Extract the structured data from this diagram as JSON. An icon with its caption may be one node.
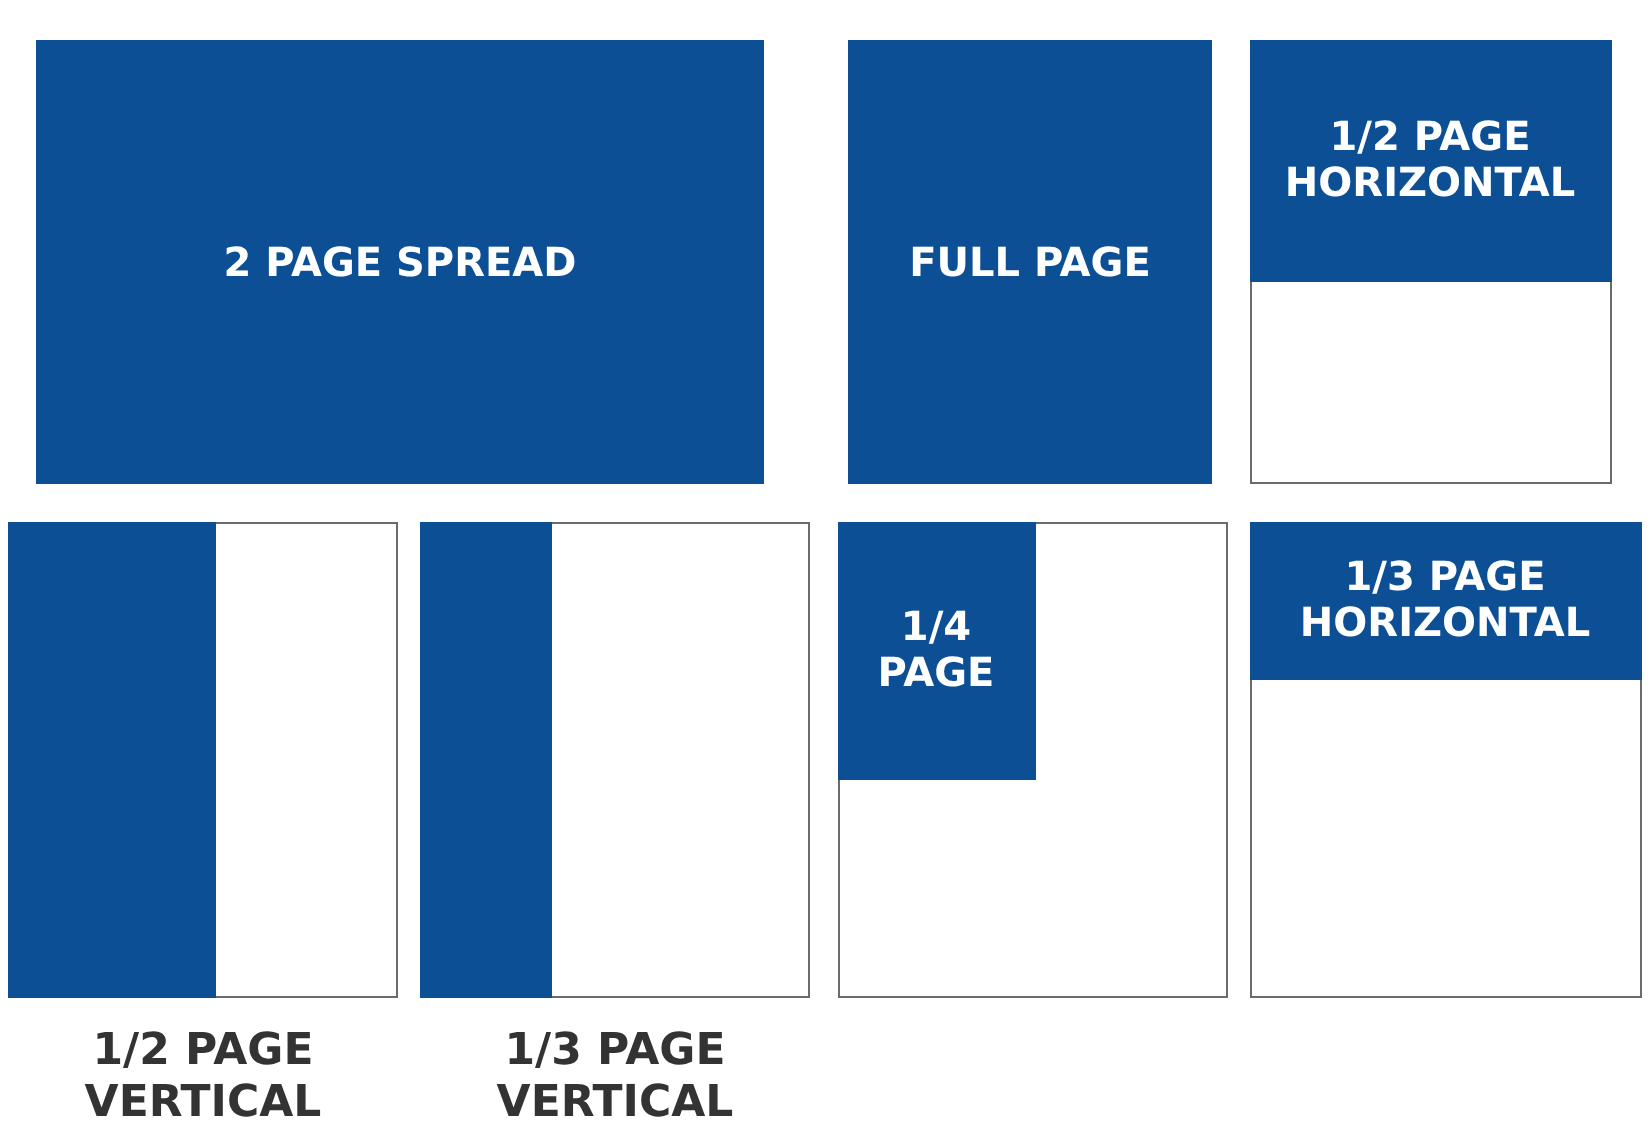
{
  "diagram": {
    "nodes": [
      {
        "text": [
          "2 PAGE SPREAD"
        ]
      },
      {
        "text": [
          "FULL PAGE"
        ]
      },
      {
        "text": [],
        "shape": "box"
      },
      {
        "text": [
          "1/2 PAGE HORIZONTAL"
        ],
        "in": 2
      },
      {
        "text": [
          "1/2 PAGE VERTICAL"
        ]
      },
      {
        "text": [],
        "shape": "box",
        "in": 4
      },
      {
        "text": [
          "1/3 PAGE VERTICAL"
        ]
      },
      {
        "text": [],
        "shape": "box",
        "in": 6
      },
      {
        "text": [],
        "shape": "box"
      },
      {
        "text": [
          "1/4 PAGE"
        ],
        "in": 8
      },
      {
        "text": [],
        "shape": "box"
      },
      {
        "text": [
          "1/3 PAGE HORIZONTAL"
        ],
        "in": 10
      }
    ]
  }
}
